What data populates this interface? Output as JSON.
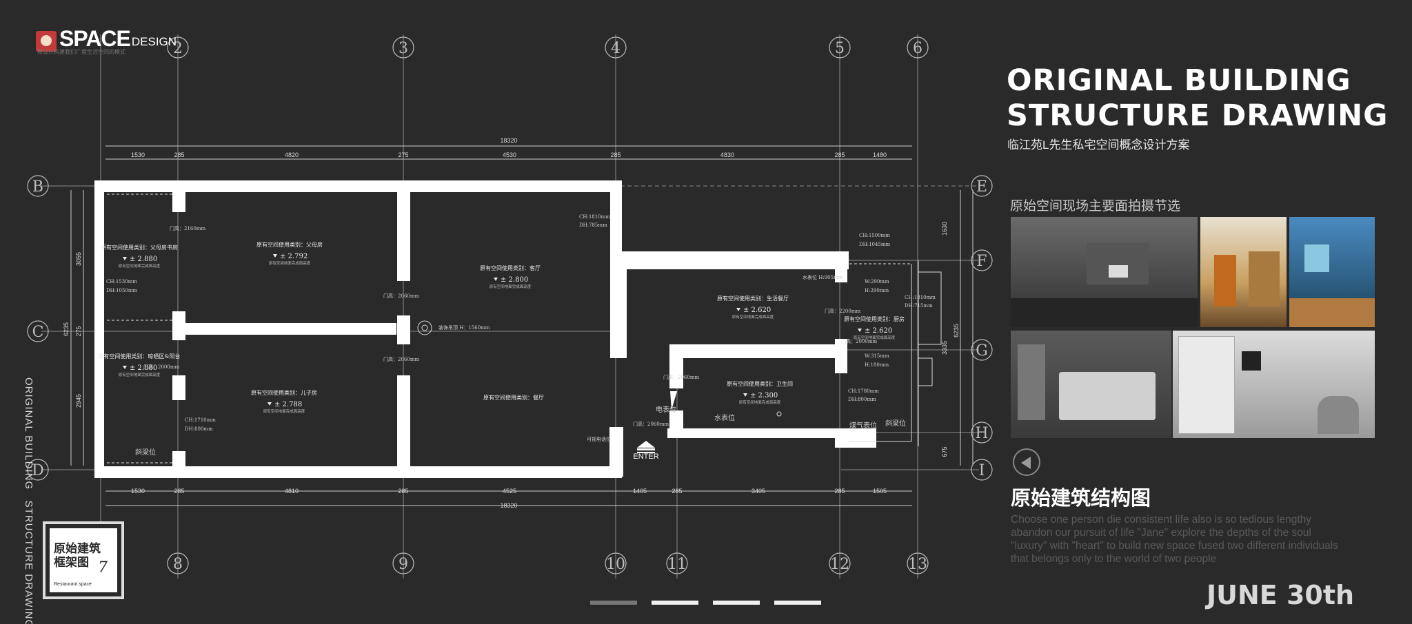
{
  "brand": {
    "logo_big": "SPACE",
    "logo_small": "DESIGN",
    "tagline": "用设计构建我们广度生活空间的模式"
  },
  "header": {
    "title_line1": "ORIGINAL BUILDING",
    "title_line2": "STRUCTURE DRAWING",
    "subtitle": "临江苑L先生私宅空间概念设计方案"
  },
  "photos": {
    "label": "原始空间现场主要面拍摄节选",
    "items": [
      {
        "name": "living-room-photo",
        "color": "#4a4a4a"
      },
      {
        "name": "hallway-photo",
        "color": "#8a6a3a"
      },
      {
        "name": "kitchen-photo",
        "color": "#2d5f82"
      },
      {
        "name": "bedroom-photo",
        "color": "#3a3a3a"
      },
      {
        "name": "wardrobe-room-photo",
        "color": "#4c4c4c"
      }
    ]
  },
  "main": {
    "cn_title": "原始建筑结构图",
    "desc": "Choose one person die consistent life also is so tedious lengthy abandon our pursuit of life \"Jane\" explore the depths of the soul \"luxury\" with \"heart\" to build new space fused two different individuals that belongs only to the world of two people",
    "date": "JUNE 30th"
  },
  "side": {
    "vertical_text": "ORIGINAL BUILDING   STRUCTURE DRAWING"
  },
  "badge": {
    "title": "原始建筑框架图",
    "subtitle": "Restaurant space",
    "number": "7"
  },
  "pager": {
    "active_color": "#777777",
    "inactive_color": "#f0f0f0",
    "pages": 4,
    "active": 0
  },
  "plan": {
    "top_axes": [
      "2",
      "3",
      "4",
      "5",
      "6"
    ],
    "bottom_axes": [
      "8",
      "9",
      "10",
      "11",
      "12",
      "13"
    ],
    "row_axes": [
      "B",
      "C",
      "D"
    ],
    "right_row_axes": [
      "E",
      "F",
      "G",
      "H",
      "I"
    ],
    "top_total": "18320",
    "top_dims": [
      "1530",
      "285",
      "4820",
      "275",
      "4530",
      "285",
      "4830",
      "285",
      "1480"
    ],
    "bottom_total": "18320",
    "bottom_dims": [
      "1530",
      "285",
      "4810",
      "285",
      "4525",
      "1405",
      "285",
      "3405",
      "285",
      "1505"
    ],
    "left_dims": [
      "3055",
      "275",
      "2945"
    ],
    "left_total": "6235",
    "right_dims": [
      "1630",
      "3335",
      "675"
    ],
    "right_total": "6235",
    "rooms": [
      {
        "name": "原有空间使用类别：父母房书房",
        "level": "± 2.880",
        "note": "原有空间地面完成面高度"
      },
      {
        "name": "原有空间使用类别：父母房",
        "level": "± 2.792",
        "note": "原有空间地面完成面高度"
      },
      {
        "name": "原有空间使用类别：客厅",
        "level": "± 2.800",
        "note": "原有空间地面完成面高度"
      },
      {
        "name": "原有空间使用类别：生活餐厅",
        "level": "± 2.620",
        "note": "原有空间地面完成面高度"
      },
      {
        "name": "原有空间使用类别：厨房",
        "level": "± 2.620",
        "note": "原有空间地面完成面高度"
      },
      {
        "name": "原有空间使用类别：晾晒区&阳台",
        "level": "± 2.880",
        "note": "原有空间地面完成面高度"
      },
      {
        "name": "原有空间使用类别：儿子房",
        "level": "± 2.788",
        "note": "原有空间地面完成面高度"
      },
      {
        "name": "原有空间使用类别：餐厅",
        "level": "",
        "note": ""
      },
      {
        "name": "原有空间使用类别：卫生间",
        "level": "± 2.300",
        "note": "原有空间地面完成面高度"
      }
    ],
    "notes": [
      {
        "name": "door-note-1",
        "text": "门高：2160mm"
      },
      {
        "name": "ch-note-1",
        "text": "CH:1530mm"
      },
      {
        "name": "dh-note-1",
        "text": "DH:1050mm"
      },
      {
        "name": "door-note-2",
        "text": "门高：2060mm"
      },
      {
        "name": "ceiling-light-note",
        "text": "装饰吊顶 H：1560mm"
      },
      {
        "name": "door-note-3",
        "text": "门高：2060mm"
      },
      {
        "name": "ch-note-2",
        "text": "CH:1810mm"
      },
      {
        "name": "dh-note-2",
        "text": "DH:785mm"
      },
      {
        "name": "ch-note-3",
        "text": "CH:1500mm"
      },
      {
        "name": "dh-note-3",
        "text": "DH:1045mm"
      },
      {
        "name": "water-meter-note",
        "text": "水表位 H:905mm"
      },
      {
        "name": "w-note-1",
        "text": "W:290mm"
      },
      {
        "name": "h-note-1",
        "text": "H:290mm"
      },
      {
        "name": "ch-note-4",
        "text": "CH:1810mm"
      },
      {
        "name": "dh-note-4",
        "text": "DH:715mm"
      },
      {
        "name": "door-note-4",
        "text": "门高：2200mm"
      },
      {
        "name": "door-note-5",
        "text": "门高：2000mm"
      },
      {
        "name": "door-note-6",
        "text": "门高：2060mm"
      },
      {
        "name": "ch-note-5",
        "text": "CH:1710mm"
      },
      {
        "name": "dh-note-5",
        "text": "DH:800mm"
      },
      {
        "name": "beam-note-1",
        "text": "斜梁位"
      },
      {
        "name": "meter-box-note",
        "text": "电表位"
      },
      {
        "name": "door-note-7",
        "text": "门高：2060mm"
      },
      {
        "name": "water-position-note",
        "text": "水表位"
      },
      {
        "name": "ch-note-6",
        "text": "CH:1780mm"
      },
      {
        "name": "dh-note-6",
        "text": "DH:800mm"
      },
      {
        "name": "gas-note",
        "text": "煤气表位"
      },
      {
        "name": "beam-note-2",
        "text": "斜梁位"
      },
      {
        "name": "w-note-2",
        "text": "W:315mm"
      },
      {
        "name": "h-note-2",
        "text": "H:180mm"
      },
      {
        "name": "cabinet-note",
        "text": "可视电话位"
      },
      {
        "name": "door-note-8",
        "text": "门高：2000mm"
      }
    ],
    "enter_label": "ENTER"
  }
}
